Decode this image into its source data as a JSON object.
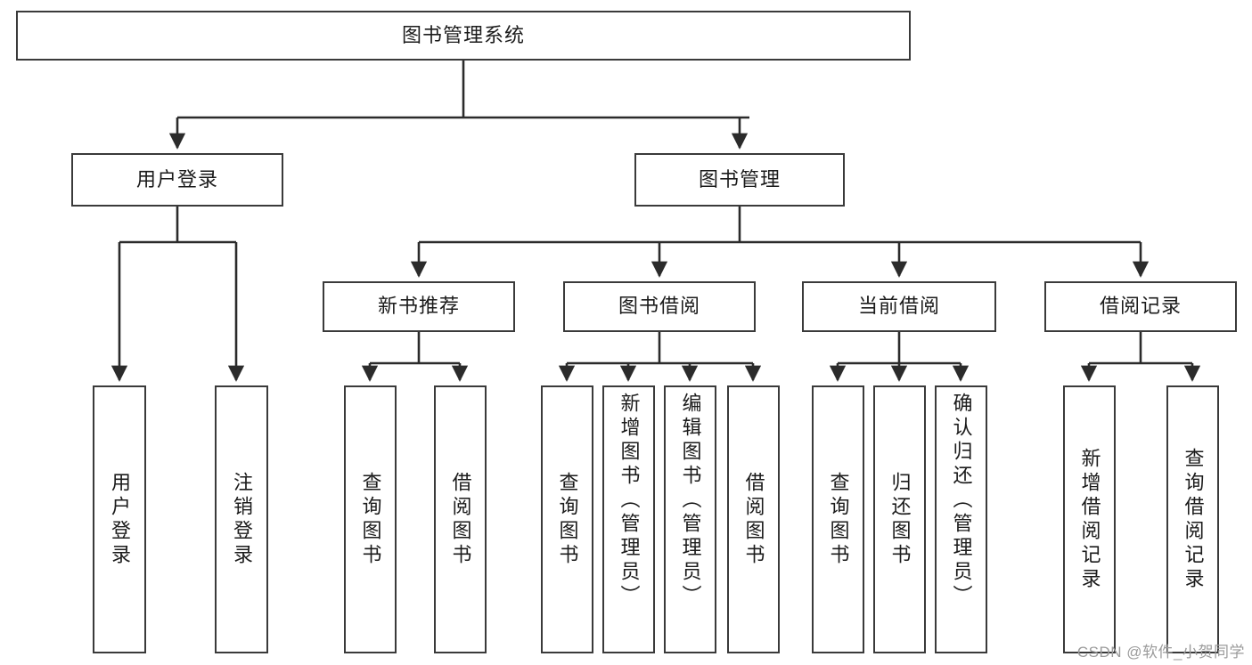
{
  "diagram": {
    "type": "tree-hierarchy",
    "title": "图书管理系统",
    "watermark": "CSDN @软件_小贺同学",
    "colors": {
      "box_border": "#3a3a3a",
      "box_fill": "#ffffff",
      "connector": "#2b2b2b",
      "text": "#1b1b1b",
      "watermark": "#9b9b9b",
      "background": "#ffffff"
    },
    "root": {
      "label": "图书管理系统"
    },
    "level2": [
      {
        "label": "用户登录"
      },
      {
        "label": "图书管理"
      }
    ],
    "level3": [
      {
        "label": "新书推荐"
      },
      {
        "label": "图书借阅"
      },
      {
        "label": "当前借阅"
      },
      {
        "label": "借阅记录"
      }
    ],
    "leaves": {
      "user_login": [
        {
          "label": "用户登录"
        },
        {
          "label": "注销登录"
        }
      ],
      "new_book_recommend": [
        {
          "label": "查询图书"
        },
        {
          "label": "借阅图书"
        }
      ],
      "book_borrow": [
        {
          "label": "查询图书"
        },
        {
          "label": "新增图书（管理员）"
        },
        {
          "label": "编辑图书（管理员）"
        },
        {
          "label": "借阅图书"
        }
      ],
      "current_borrow": [
        {
          "label": "查询图书"
        },
        {
          "label": "归还图书"
        },
        {
          "label": "确认归还（管理员）"
        }
      ],
      "borrow_record": [
        {
          "label": "新增借阅记录"
        },
        {
          "label": "查询借阅记录"
        }
      ]
    }
  }
}
